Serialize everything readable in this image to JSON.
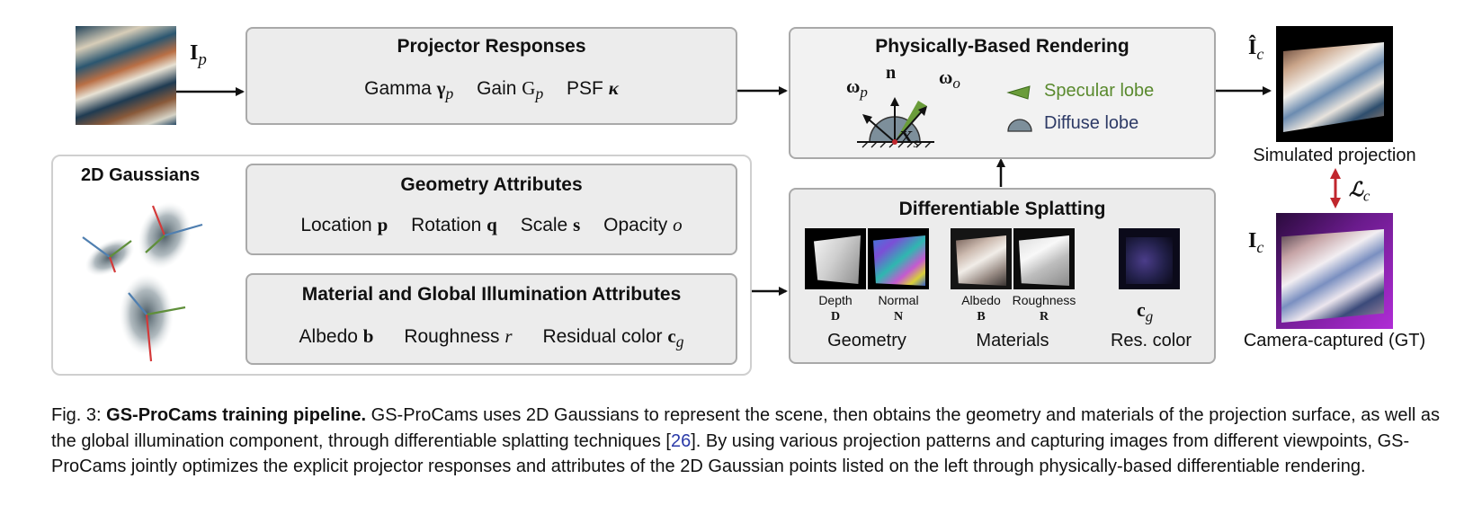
{
  "inputs": {
    "projector_input_label": "I",
    "projector_input_sub": "p",
    "simulated_label": "Î",
    "simulated_sub": "c",
    "captured_label": "I",
    "captured_sub": "c",
    "loss_label": "ℒ",
    "loss_sub": "c"
  },
  "projector_responses": {
    "title": "Projector Responses",
    "gamma": "Gamma",
    "gamma_sym": "γ",
    "gamma_sub": "p",
    "gain": "Gain",
    "gain_sym": "G",
    "gain_sub": "p",
    "psf": "PSF",
    "psf_sym": "κ"
  },
  "gaussians": {
    "title": "2D Gaussians",
    "geometry": {
      "title": "Geometry Attributes",
      "location": "Location",
      "location_sym": "p",
      "rotation": "Rotation",
      "rotation_sym": "q",
      "scale": "Scale",
      "scale_sym": "s",
      "opacity": "Opacity",
      "opacity_sym": "o"
    },
    "material": {
      "title": "Material and Global Illumination Attributes",
      "albedo": "Albedo",
      "albedo_sym": "b",
      "roughness": "Roughness",
      "roughness_sym": "r",
      "residual": "Residual color",
      "residual_sym": "c",
      "residual_sub": "g"
    }
  },
  "pbr": {
    "title": "Physically-Based Rendering",
    "n": "n",
    "wp": "ω",
    "wp_sub": "p",
    "wo": "ω",
    "wo_sub": "o",
    "xs": "X",
    "xs_sub": "s",
    "specular": "Specular lobe",
    "diffuse": "Diffuse lobe"
  },
  "splatting": {
    "title": "Differentiable Splatting",
    "depth": "Depth",
    "depth_sym": "D",
    "normal": "Normal",
    "normal_sym": "N",
    "albedo": "Albedo",
    "albedo_sym": "B",
    "roughness": "Roughness",
    "roughness_sym": "R",
    "cg": "c",
    "cg_sub": "g",
    "geometry": "Geometry",
    "materials": "Materials",
    "res_color": "Res. color"
  },
  "outputs": {
    "simulated": "Simulated projection",
    "captured": "Camera-captured (GT)"
  },
  "caption": {
    "fig": "Fig. 3: ",
    "bold": "GS-ProCams training pipeline.",
    "text1": " GS-ProCams uses 2D Gaussians to represent the scene, then obtains the geometry and materials of the projection surface, as well as the global illumination component, through differentiable splatting techniques [",
    "ref": "26",
    "text2": "]. By using various projection patterns and capturing images from different viewpoints, GS-ProCams jointly optimizes the explicit projector responses and attributes of the 2D Gaussian points listed on the left through physically-based differentiable rendering."
  },
  "colors": {
    "box_fill": "#ececec",
    "box_border": "#a9a9a9",
    "specular_green": "#5a8a2e",
    "diffuse_blue": "#2d3a66",
    "loss_red": "#c0262d",
    "ref_blue": "#2a3aa8"
  }
}
